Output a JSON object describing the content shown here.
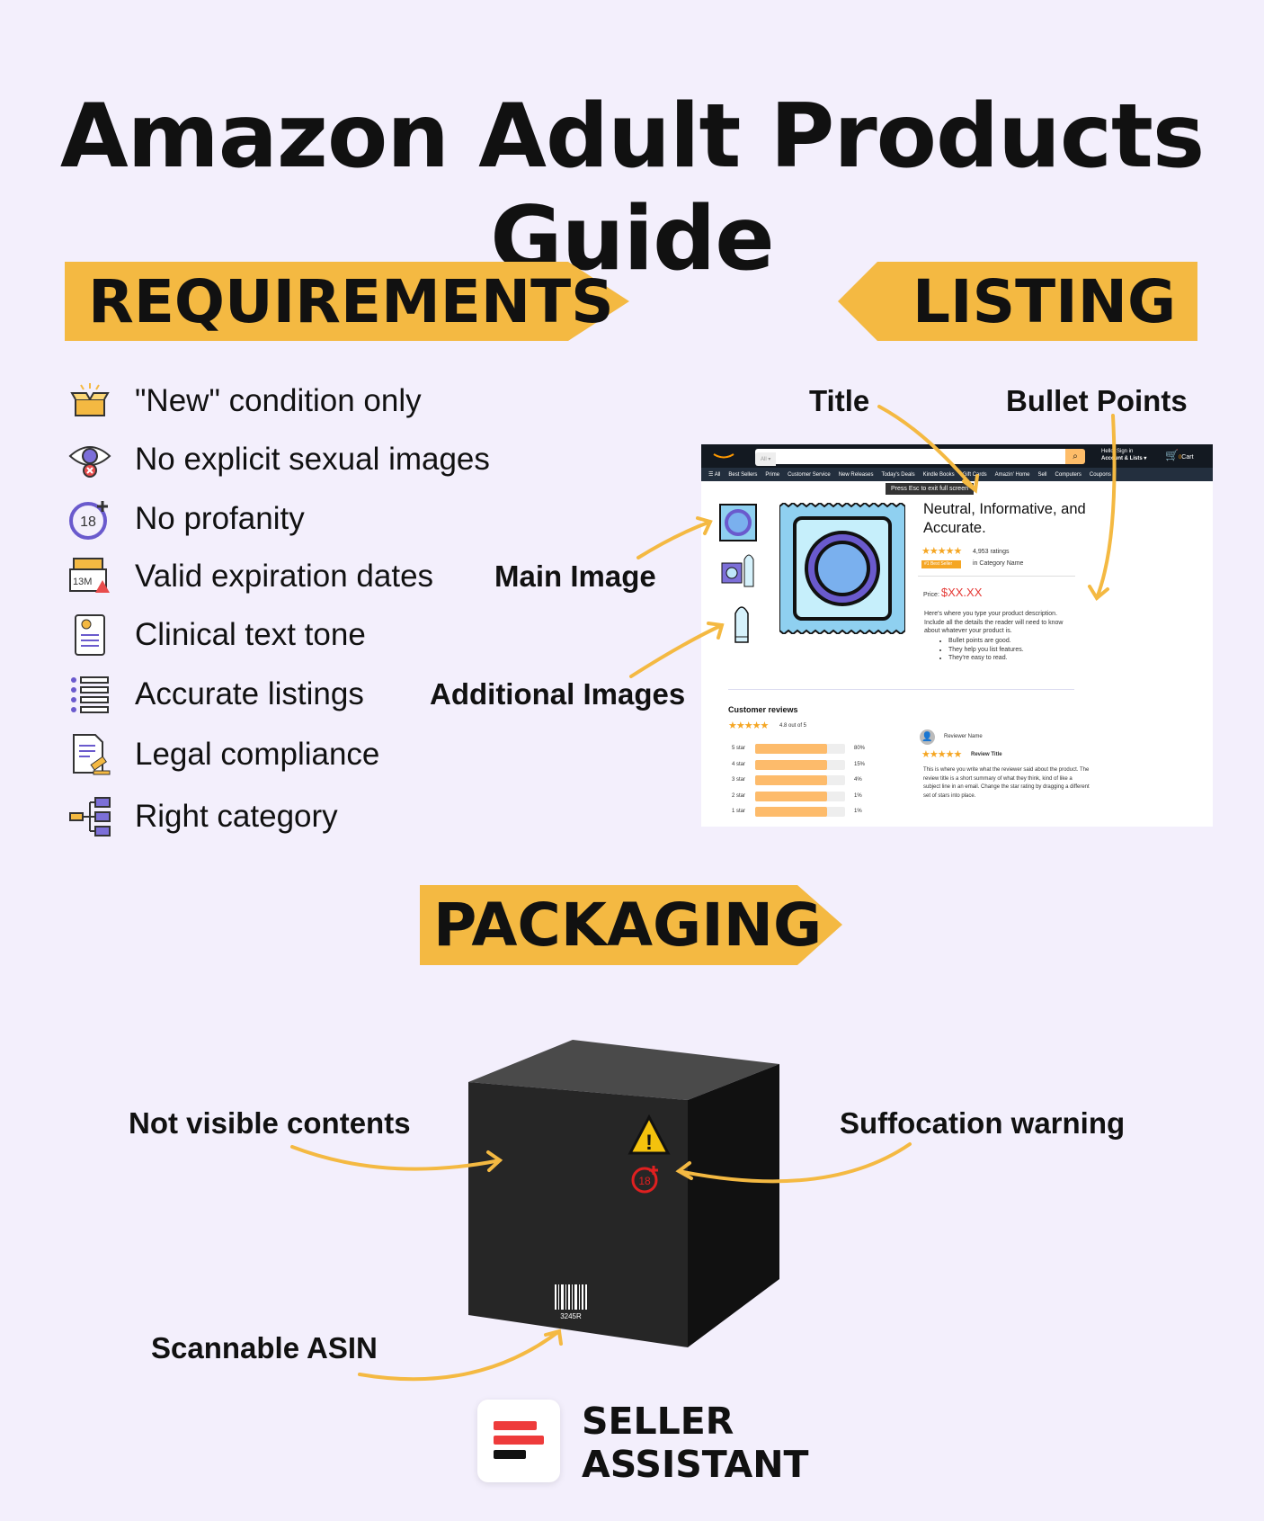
{
  "title": "Amazon Adult Products Guide",
  "sections": {
    "requirements": "REQUIREMENTS",
    "listing": "LISTING",
    "packaging": "PACKAGING"
  },
  "requirements": [
    {
      "icon": "open-box-icon",
      "label": "\"New\" condition only"
    },
    {
      "icon": "eye-blocked-icon",
      "label": "No explicit sexual images"
    },
    {
      "icon": "age-18-icon",
      "label": "No profanity"
    },
    {
      "icon": "expiration-label-icon",
      "label": "Valid expiration dates"
    },
    {
      "icon": "document-icon",
      "label": "Clinical text tone"
    },
    {
      "icon": "list-icon",
      "label": "Accurate listings"
    },
    {
      "icon": "legal-document-icon",
      "label": "Legal compliance"
    },
    {
      "icon": "category-tree-icon",
      "label": "Right category"
    }
  ],
  "listing_labels": {
    "title": "Title",
    "bullets": "Bullet Points",
    "main_image": "Main Image",
    "additional_images": "Additional Images"
  },
  "mockup": {
    "search_scope": "All ▾",
    "account_line1": "Hello, Sign in",
    "account_line2": "Account & Lists ▾",
    "cart_count": "0",
    "cart": "Cart",
    "nav": [
      "☰ All",
      "Best Sellers",
      "Prime",
      "Customer Service",
      "New Releases",
      "Today's Deals",
      "Kindle Books",
      "Gift Cards",
      "Amazin' Home",
      "Sell",
      "Computers",
      "Coupons"
    ],
    "fullscreen_hint": "Press Esc to exit full screen",
    "product_title": "Neutral, Informative, and Accurate.",
    "stars": "★★★★★",
    "ratings": "4,953 ratings",
    "badge": "#1 Best Seller",
    "category": "in Category Name",
    "price_label": "Price:",
    "price": "$XX.XX",
    "description": "Here's where you type your product description. Include all the details the reader will need to know about whatever your product is.",
    "bullets": [
      "Bullet points are good.",
      "They help you list features.",
      "They're easy to read."
    ],
    "reviews_title": "Customer reviews",
    "rating_text": "4.8 out of 5",
    "histogram": [
      {
        "label": "5 star",
        "pct": "80%",
        "fill": 0.8
      },
      {
        "label": "4 star",
        "pct": "15%",
        "fill": 0.8
      },
      {
        "label": "3 star",
        "pct": "4%",
        "fill": 0.8
      },
      {
        "label": "2 star",
        "pct": "1%",
        "fill": 0.8
      },
      {
        "label": "1 star",
        "pct": "1%",
        "fill": 0.8
      }
    ],
    "reviewer": "Reviewer Name",
    "review_title": "Review Title",
    "review_text": "This is where you write what the reviewer said about the product. The review title is a short summary of what they think, kind of like a subject line in an email. Change the star rating by dragging a different set of stars into place."
  },
  "packaging_labels": {
    "contents": "Not visible contents",
    "warning": "Suffocation warning",
    "asin": "Scannable ASIN"
  },
  "barcode_number": "3245R",
  "logo": {
    "line1": "SELLER",
    "line2": "ASSISTANT"
  },
  "colors": {
    "background": "#f3effc",
    "accent": "#f4b942",
    "arrow": "#f4b942",
    "box": "#262626",
    "logo_red": "#ee3b3b"
  }
}
